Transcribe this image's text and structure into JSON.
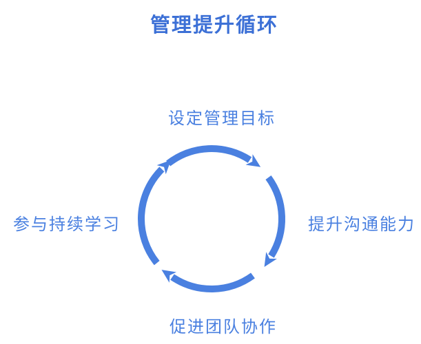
{
  "title": "管理提升循环",
  "colors": {
    "accent": "#4A80E0",
    "title": "#3C70D6"
  },
  "diagram": {
    "type": "cycle",
    "direction": "clockwise",
    "steps": [
      {
        "position": "top",
        "label": "设定管理目标"
      },
      {
        "position": "right",
        "label": "提升沟通能力"
      },
      {
        "position": "bottom",
        "label": "促进团队协作"
      },
      {
        "position": "left",
        "label": "参与持续学习"
      }
    ]
  }
}
